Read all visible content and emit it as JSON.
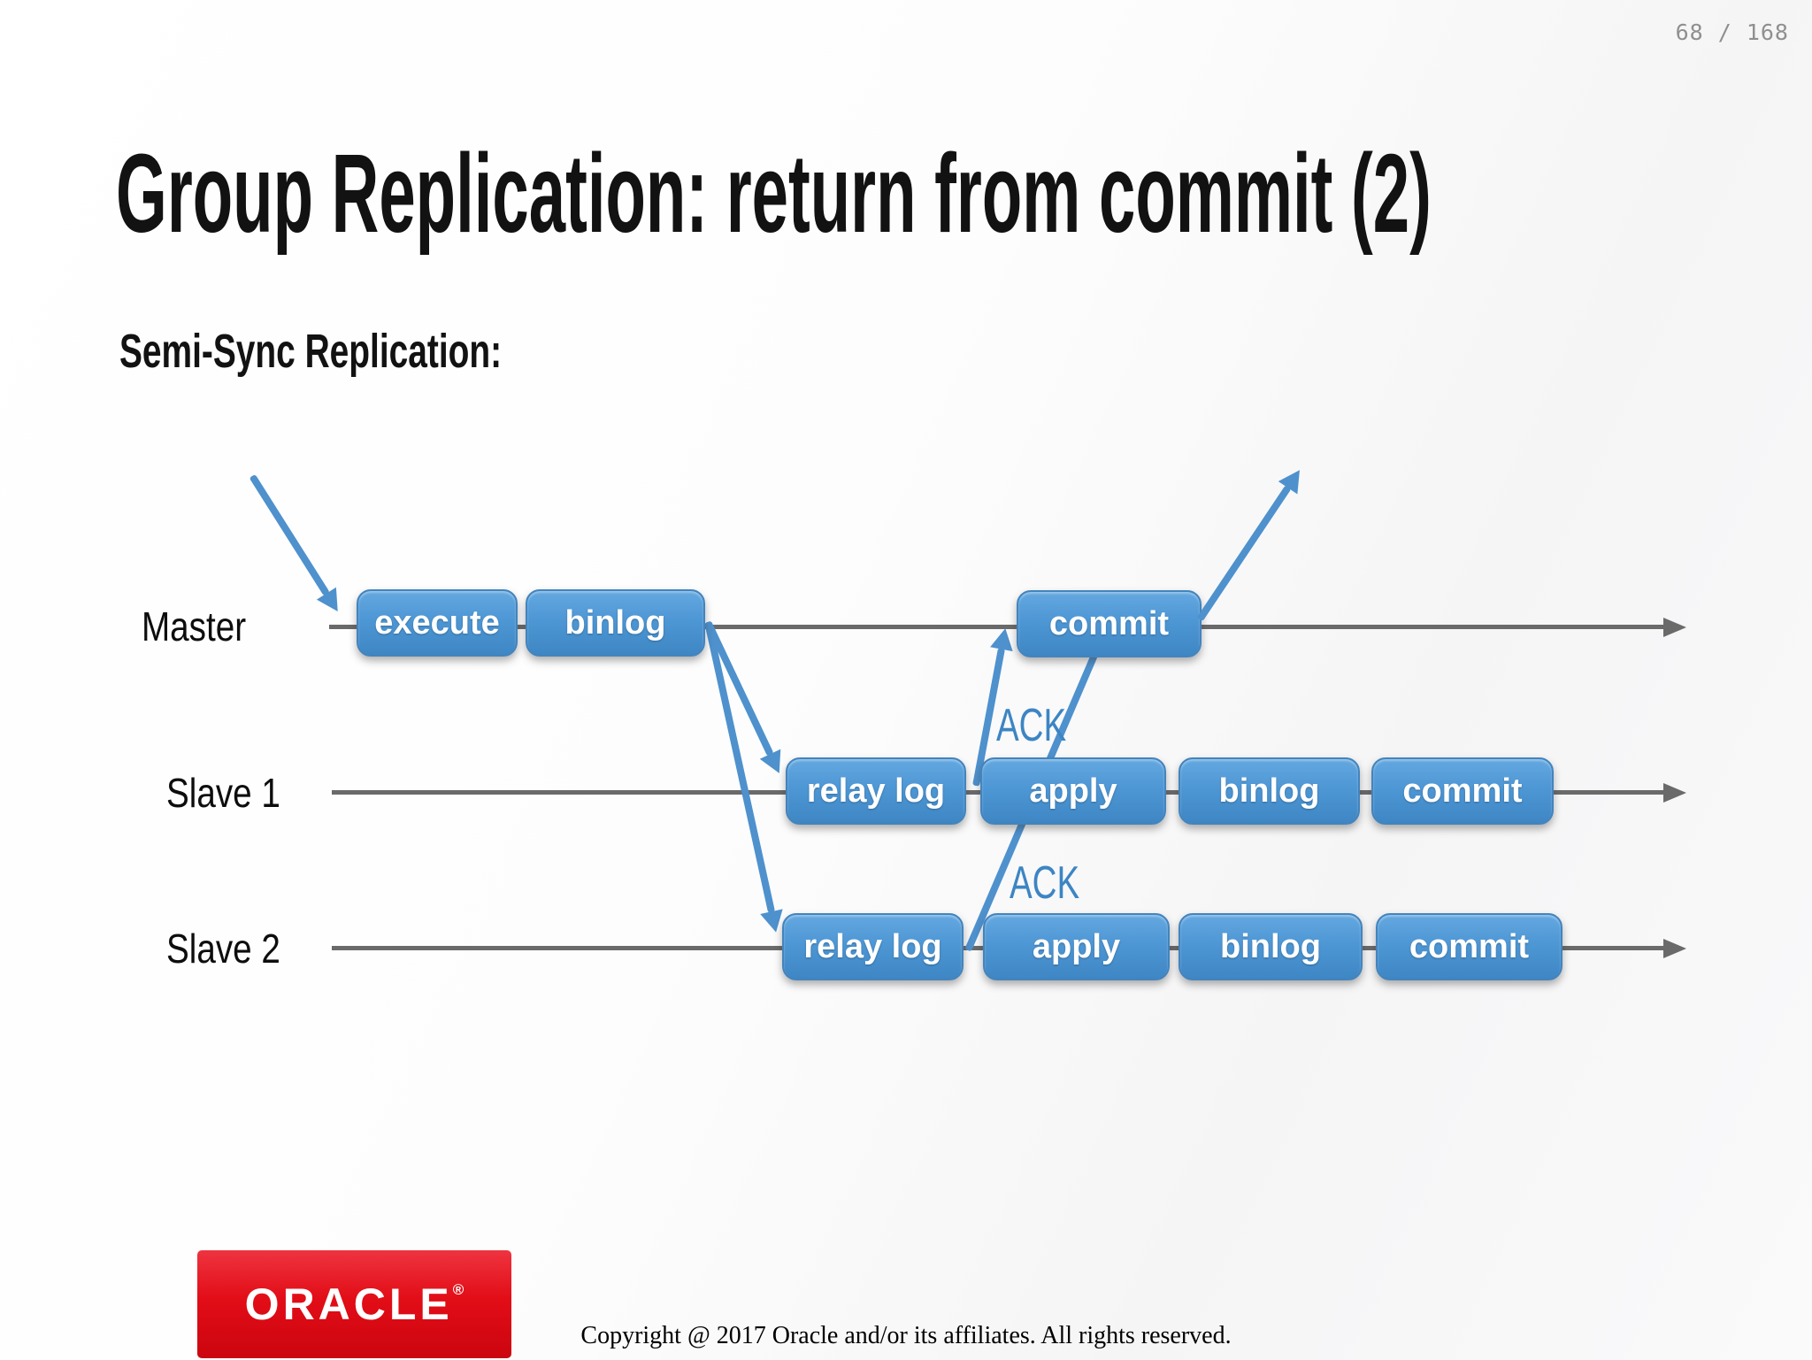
{
  "page": {
    "page_number": "68 / 168"
  },
  "slide": {
    "title": "Group Replication: return from commit (2)",
    "subtitle": "Semi-Sync Replication:"
  },
  "diagram": {
    "rows": [
      {
        "label": "Master",
        "boxes": [
          {
            "label": "execute"
          },
          {
            "label": "binlog"
          },
          {
            "label": "commit"
          }
        ]
      },
      {
        "label": "Slave 1",
        "boxes": [
          {
            "label": "relay log"
          },
          {
            "label": "apply"
          },
          {
            "label": "binlog"
          },
          {
            "label": "commit"
          }
        ]
      },
      {
        "label": "Slave 2",
        "boxes": [
          {
            "label": "relay log"
          },
          {
            "label": "apply"
          },
          {
            "label": "binlog"
          },
          {
            "label": "commit"
          }
        ]
      }
    ],
    "ack_labels": [
      "ACK",
      "ACK"
    ],
    "colors": {
      "box_blue_top": "#64a8e0",
      "box_blue_bottom": "#3e86c4",
      "arrow_blue": "#4e91cd",
      "line_gray": "#6a6a6a",
      "ack_blue": "#3d85c3"
    }
  },
  "footer": {
    "logo_text": "ORACLE",
    "logo_registered": "®",
    "logo_color": "#e20d17",
    "copyright": "Copyright @ 2017 Oracle and/or its affiliates. All rights reserved."
  }
}
